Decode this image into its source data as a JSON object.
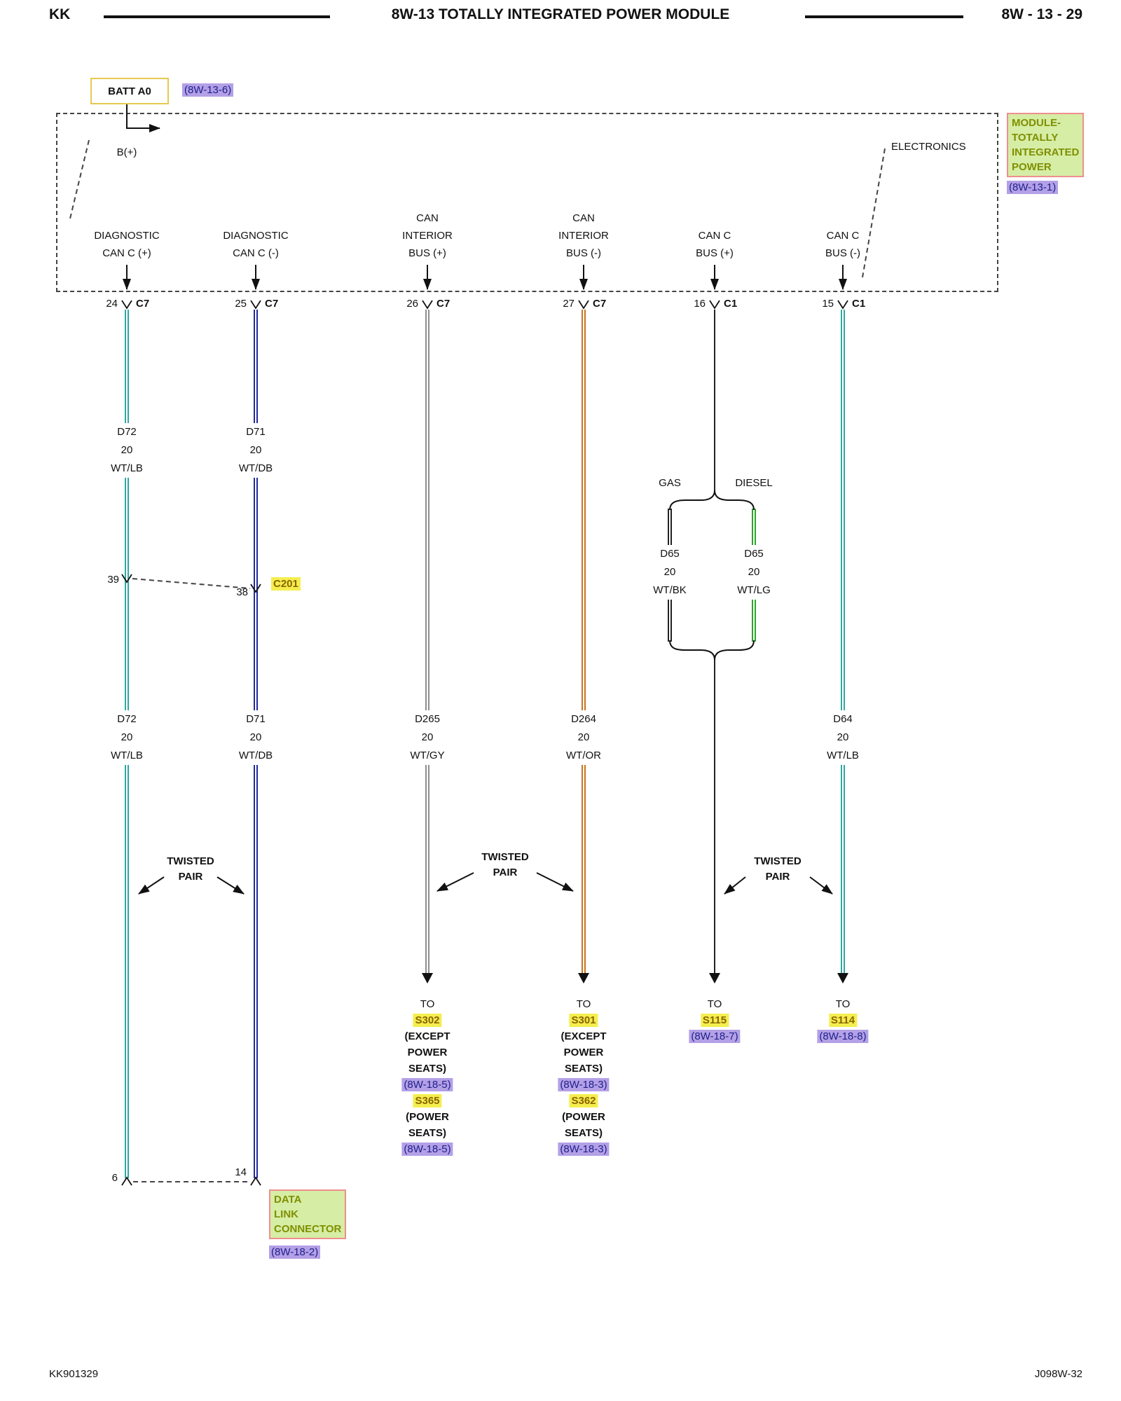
{
  "header": {
    "left_code": "KK",
    "title": "8W-13 TOTALLY INTEGRATED POWER MODULE",
    "page": "8W - 13 - 29"
  },
  "footer": {
    "left": "KK901329",
    "right": "J098W-32"
  },
  "colors": {
    "wire-teal": "#2fa8a2",
    "wire-navy": "#232a9c",
    "wire-gray": "#8f8f8f",
    "wire-orange": "#c8741e",
    "wire-green": "#2ea12e",
    "wire-black": "#222222",
    "yellow-hl": "#f4ee4e",
    "yellow-text": "#8a6400",
    "purple-hl": "#b3a0e6",
    "purple-text": "#20208c",
    "green-box-bg": "#d6eda5",
    "green-box-border": "#ef8f8f",
    "green-box-text": "#7f8f00",
    "batt-border": "#e6c94f"
  },
  "battery": {
    "label": "BATT A0",
    "ref": "(8W-13-6)",
    "terminal": "B(+)"
  },
  "module": {
    "electronics": "ELECTRONICS",
    "name": [
      "MODULE-",
      "TOTALLY",
      "INTEGRATED",
      "POWER"
    ],
    "ref": "(8W-13-1)"
  },
  "columns": {
    "diag_plus": {
      "fn": [
        "DIAGNOSTIC",
        "CAN C (+)"
      ],
      "pin": "24",
      "conn": "C7",
      "wire": {
        "circuit": "D72",
        "gauge": "20",
        "color": "WT/LB"
      },
      "c201_pin": "39",
      "dlc_pin": "6"
    },
    "diag_minus": {
      "fn": [
        "DIAGNOSTIC",
        "CAN C (-)"
      ],
      "pin": "25",
      "conn": "C7",
      "wire": {
        "circuit": "D71",
        "gauge": "20",
        "color": "WT/DB"
      },
      "c201_pin": "38",
      "dlc_pin": "14"
    },
    "can_int_plus": {
      "fn": [
        "CAN",
        "INTERIOR",
        "BUS (+)"
      ],
      "pin": "26",
      "conn": "C7",
      "wire": {
        "circuit": "D265",
        "gauge": "20",
        "color": "WT/GY"
      },
      "to": "TO",
      "splice1": "S302",
      "splice1_note": [
        "(EXCEPT",
        "POWER",
        "SEATS)"
      ],
      "splice1_ref": "(8W-18-5)",
      "splice2": "S365",
      "splice2_note": [
        "(POWER",
        "SEATS)"
      ],
      "splice2_ref": "(8W-18-5)"
    },
    "can_int_minus": {
      "fn": [
        "CAN",
        "INTERIOR",
        "BUS (-)"
      ],
      "pin": "27",
      "conn": "C7",
      "wire": {
        "circuit": "D264",
        "gauge": "20",
        "color": "WT/OR"
      },
      "to": "TO",
      "splice1": "S301",
      "splice1_note": [
        "(EXCEPT",
        "POWER",
        "SEATS)"
      ],
      "splice1_ref": "(8W-18-3)",
      "splice2": "S362",
      "splice2_note": [
        "(POWER",
        "SEATS)"
      ],
      "splice2_ref": "(8W-18-3)"
    },
    "can_c_plus": {
      "fn": [
        "CAN C",
        "BUS (+)"
      ],
      "pin": "16",
      "conn": "C1",
      "gas_label": "GAS",
      "diesel_label": "DIESEL",
      "gas_wire": {
        "circuit": "D65",
        "gauge": "20",
        "color": "WT/BK"
      },
      "diesel_wire": {
        "circuit": "D65",
        "gauge": "20",
        "color": "WT/LG"
      },
      "to": "TO",
      "splice": "S115",
      "splice_ref": "(8W-18-7)"
    },
    "can_c_minus": {
      "fn": [
        "CAN C",
        "BUS (-)"
      ],
      "pin": "15",
      "conn": "C1",
      "wire": {
        "circuit": "D64",
        "gauge": "20",
        "color": "WT/LB"
      },
      "to": "TO",
      "splice": "S114",
      "splice_ref": "(8W-18-8)"
    }
  },
  "c201": {
    "label": "C201"
  },
  "twisted_pair": [
    "TWISTED",
    "PAIR"
  ],
  "dlc": {
    "name": [
      "DATA",
      "LINK",
      "CONNECTOR"
    ],
    "ref": "(8W-18-2)"
  }
}
